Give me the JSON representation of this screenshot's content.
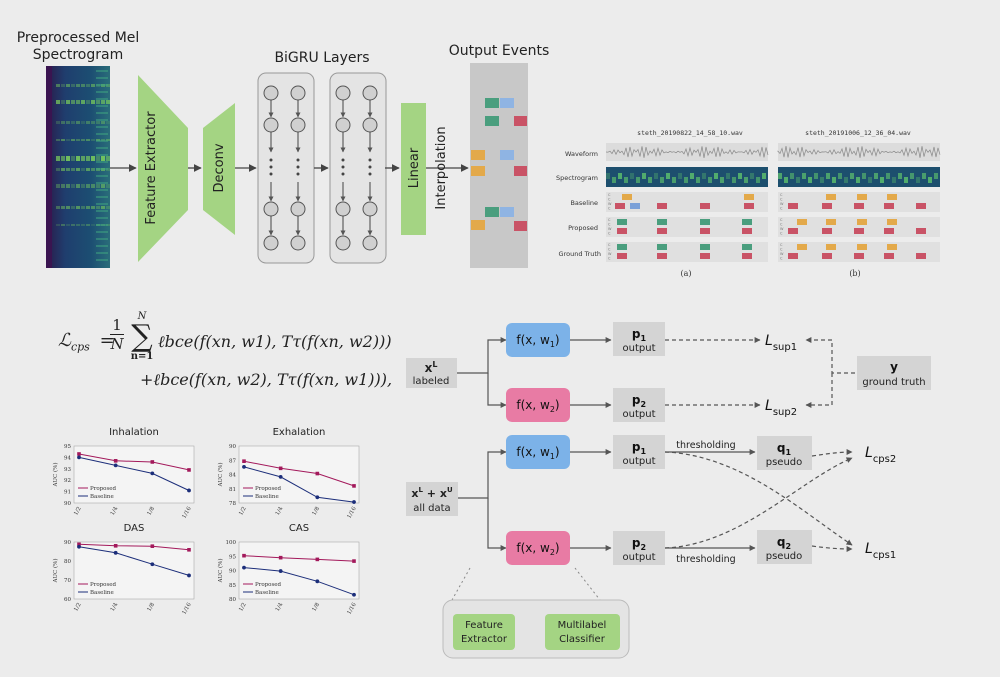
{
  "pipeline": {
    "input_title": "Preprocessed Mel\nSpectrogram",
    "feature_extractor": "Feature Extractor",
    "deconv": "Deconv",
    "bigru_title": "BiGRU Layers",
    "linear": "Linear",
    "interpolation": "Interpolation",
    "output_title": "Output Events"
  },
  "colors": {
    "green": "#a4d483",
    "blue": "#8fb4e3",
    "red": "#c95366",
    "teal": "#4a9e7e",
    "orange": "#e3a94a",
    "pink": "#e87ba4",
    "bluebox": "#7cb2e8"
  },
  "examples": {
    "titles": [
      "steth_20190822_14_58_10.wav",
      "steth_20191006_12_36_04.wav"
    ],
    "rows": [
      "Waveform",
      "Spectrogram",
      "Baseline",
      "Proposed",
      "Ground Truth"
    ],
    "captions": [
      "(a)",
      "(b)"
    ]
  },
  "equation": {
    "lhs": "ℒ",
    "lhs_sub": "cps",
    "eq_sign": "=",
    "frac_num": "1",
    "frac_den": "N",
    "sum_top": "N",
    "sum_bottom": "n=1",
    "line1": "ℓbce(f(xn, w1), Tτ(f(xn, w2)))",
    "line2": "+ℓbce(f(xn, w2), Tτ(f(xn, w1))),"
  },
  "chart_data": [
    {
      "type": "line",
      "title": "Inhalation",
      "ylabel": "AUC (%)",
      "categories": [
        "1/2",
        "1/4",
        "1/8",
        "1/16"
      ],
      "yticks": [
        "90",
        "91",
        "92",
        "93",
        "94",
        "95"
      ],
      "ylim": [
        90,
        95
      ],
      "series": [
        {
          "name": "Proposed",
          "values": [
            94.3,
            93.7,
            93.6,
            92.9
          ]
        },
        {
          "name": "Baseline",
          "values": [
            94.0,
            93.3,
            92.6,
            91.1
          ]
        }
      ]
    },
    {
      "type": "line",
      "title": "Exhalation",
      "ylabel": "AUC (%)",
      "categories": [
        "1/2",
        "1/4",
        "1/8",
        "1/16"
      ],
      "yticks": [
        "78",
        "81",
        "84",
        "87",
        "90"
      ],
      "ylim": [
        78,
        90
      ],
      "series": [
        {
          "name": "Proposed",
          "values": [
            86.8,
            85.3,
            84.2,
            81.6
          ]
        },
        {
          "name": "Baseline",
          "values": [
            85.6,
            83.5,
            79.2,
            78.2
          ]
        }
      ]
    },
    {
      "type": "line",
      "title": "DAS",
      "ylabel": "AUC (%)",
      "categories": [
        "1/2",
        "1/4",
        "1/8",
        "1/16"
      ],
      "yticks": [
        "60",
        "70",
        "80",
        "90"
      ],
      "ylim": [
        60,
        90
      ],
      "series": [
        {
          "name": "Proposed",
          "values": [
            88.8,
            88.0,
            87.8,
            85.9
          ]
        },
        {
          "name": "Baseline",
          "values": [
            87.5,
            84.3,
            78.3,
            72.4
          ]
        }
      ]
    },
    {
      "type": "line",
      "title": "CAS",
      "ylabel": "AUC (%)",
      "categories": [
        "1/2",
        "1/4",
        "1/8",
        "1/16"
      ],
      "yticks": [
        "80",
        "85",
        "90",
        "95",
        "100"
      ],
      "ylim": [
        80,
        100
      ],
      "series": [
        {
          "name": "Proposed",
          "values": [
            95.2,
            94.5,
            93.9,
            93.3
          ]
        },
        {
          "name": "Baseline",
          "values": [
            91.0,
            89.8,
            86.2,
            81.5
          ]
        }
      ]
    }
  ],
  "cps": {
    "xl": "x",
    "xl_sup": "L",
    "xl_label": "labeled",
    "xlu": "x",
    "xlu_sup1": "L",
    "xlu_plus": " + x",
    "xlu_sup2": "U",
    "xlu_label": "all data",
    "model1": "f(x, w",
    "model1_sub": "1",
    "model_close": ")",
    "model2": "f(x, w",
    "model2_sub": "2",
    "p": "p",
    "p1_sub": "1",
    "p2_sub": "2",
    "output": "output",
    "q": "q",
    "q1_sub": "1",
    "q2_sub": "2",
    "pseudo": "pseudo",
    "L": "L",
    "sup1": "sup1",
    "sup2": "sup2",
    "cps1": "cps1",
    "cps2": "cps2",
    "y": "y",
    "gt": "ground truth",
    "thresholding": "thresholding",
    "fe": "Feature\nExtractor",
    "mc": "Multilabel\nClassifier"
  }
}
